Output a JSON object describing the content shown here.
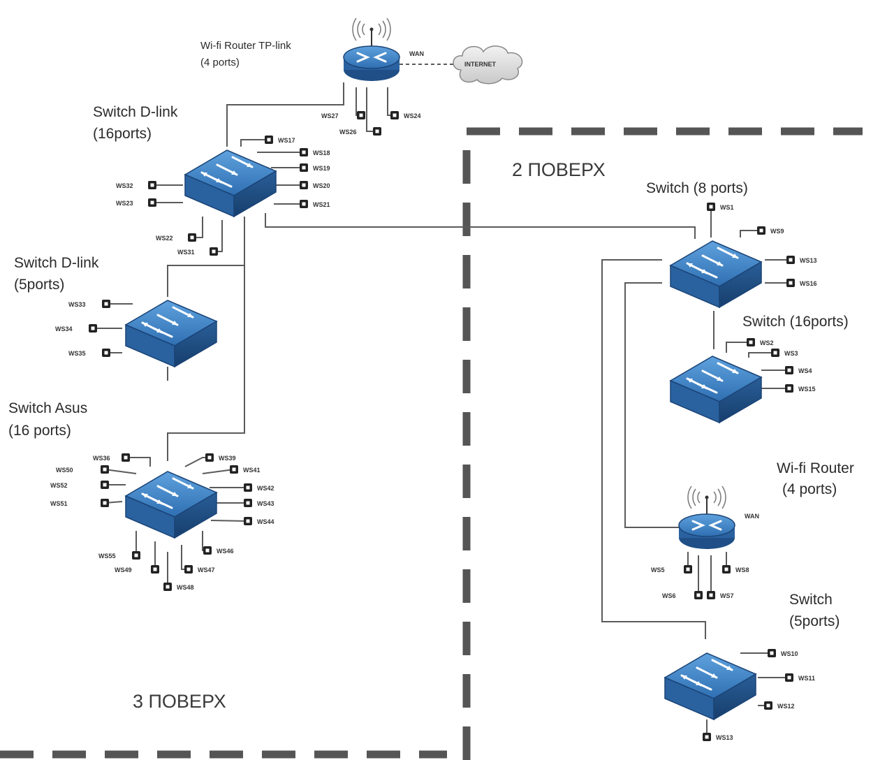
{
  "floors": {
    "floor3": "3 ПОВЕРХ",
    "floor2": "2 ПОВЕРХ"
  },
  "internet": "INTERNET",
  "wan_label": "WAN",
  "devices": {
    "router_tp": {
      "line1": "Wi-fi Router TP-link",
      "line2": "(4 ports)"
    },
    "sw_dlink16": {
      "line1": "Switch D-link",
      "line2": "(16ports)"
    },
    "sw_dlink5": {
      "line1": "Switch D-link",
      "line2": "(5ports)"
    },
    "sw_asus": {
      "line1": "Switch Asus",
      "line2": "(16 ports)"
    },
    "sw_8": {
      "line1": "Switch  (8 ports)"
    },
    "sw_16": {
      "line1": "Switch  (16ports)"
    },
    "router_wifi": {
      "line1": "Wi-fi Router",
      "line2": "(4 ports)"
    },
    "sw_5": {
      "line1": "Switch",
      "line2": "(5ports)"
    }
  },
  "workstations": {
    "router_tp": [
      "WS27",
      "WS26",
      "WS24"
    ],
    "sw_dlink16": [
      "WS17",
      "WS18",
      "WS19",
      "WS20",
      "WS21",
      "WS32",
      "WS23",
      "WS22",
      "WS31"
    ],
    "sw_dlink5": [
      "WS33",
      "WS34",
      "WS35"
    ],
    "sw_asus": [
      "WS36",
      "WS39",
      "WS50",
      "WS41",
      "WS52",
      "WS42",
      "WS51",
      "WS43",
      "WS44",
      "WS55",
      "WS46",
      "WS49",
      "WS47",
      "WS48"
    ],
    "sw_8": [
      "WS1",
      "WS9",
      "WS13",
      "WS16"
    ],
    "sw_16": [
      "WS2",
      "WS3",
      "WS4",
      "WS15"
    ],
    "router_wifi": [
      "WS5",
      "WS8",
      "WS6",
      "WS7"
    ],
    "sw_5": [
      "WS10",
      "WS11",
      "WS12",
      "WS13"
    ]
  },
  "icons": {
    "router": "router-icon",
    "switch": "switch-icon",
    "workstation": "workstation-icon",
    "cloud": "cloud-icon"
  },
  "colors": {
    "device_top": "#3f82c4",
    "device_side": "#1f4f86",
    "cable": "#5a5a5a",
    "floor_border": "#555555"
  }
}
